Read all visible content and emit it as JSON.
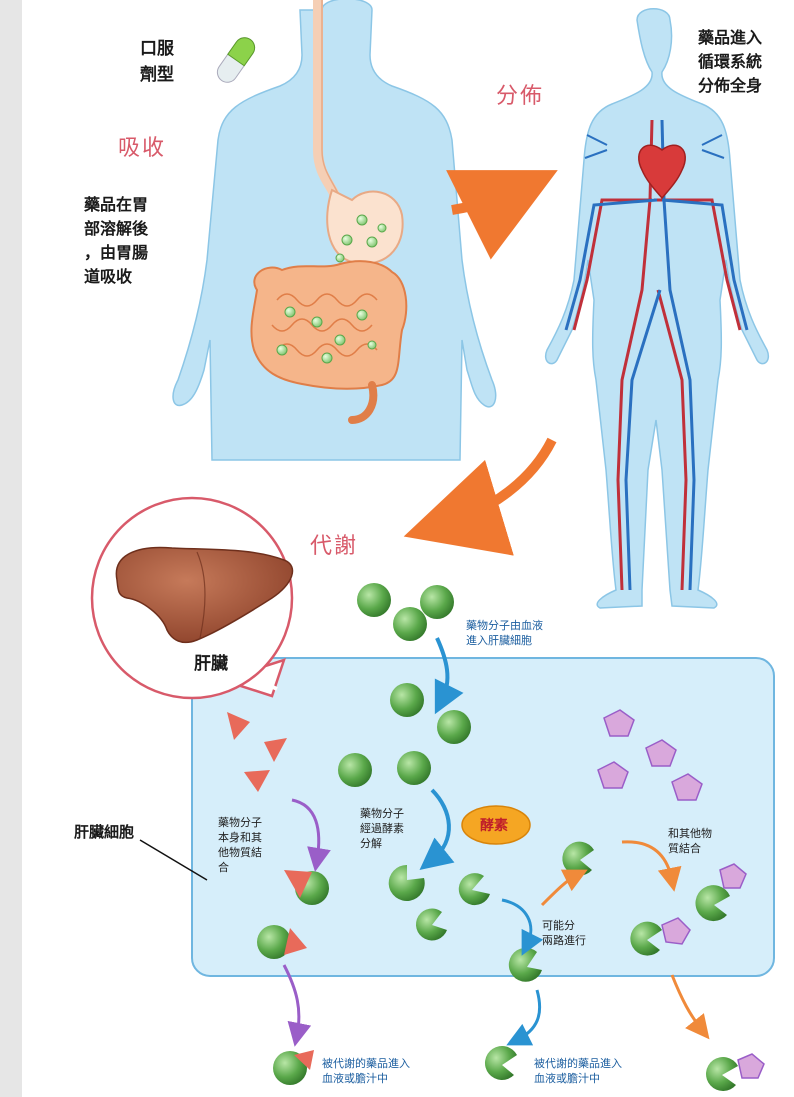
{
  "labels": {
    "oral_dosage_form": "口服\n劑型",
    "absorption_title": "吸收",
    "absorption_desc": "藥品在胃\n部溶解後\n，由胃腸\n道吸收",
    "distribution_title": "分佈",
    "distribution_desc": "藥品進入\n循環系統\n分佈全身",
    "metabolism_title": "代謝",
    "liver": "肝臟",
    "liver_cell": "肝臟細胞",
    "drug_enters_liver": "藥物分子由血液\n進入肝臟細胞",
    "drug_binds_other": "藥物分子\n本身和其\n他物質結\n合",
    "enzyme_breakdown": "藥物分子\n經過酵素\n分解",
    "enzyme": "酵素",
    "binds_other_substances": "和其他物\n質結合",
    "two_pathways": "可能分\n兩路進行",
    "metabolized_left": "被代謝的藥品進入\n血液或膽汁中",
    "metabolized_right": "被代謝的藥品進入\n血液或膽汁中"
  },
  "colors": {
    "body_fill": "#bfe3f5",
    "organ_orange": "#f5b58a",
    "drug_green": "#5aa84a",
    "cell_fill": "#d6eefa",
    "cell_border": "#6fb6e0",
    "arrow_orange": "#f07830",
    "arrow_blue": "#2a93d2",
    "arrow_purple": "#9a5ec8",
    "enzyme_fill": "#f5a623",
    "triangle_red": "#e86a5a",
    "pentagon_purple": "#d9a8dc",
    "liver_brown": "#a85538"
  },
  "icons": [
    "capsule-icon",
    "heart-icon",
    "liver-icon"
  ]
}
